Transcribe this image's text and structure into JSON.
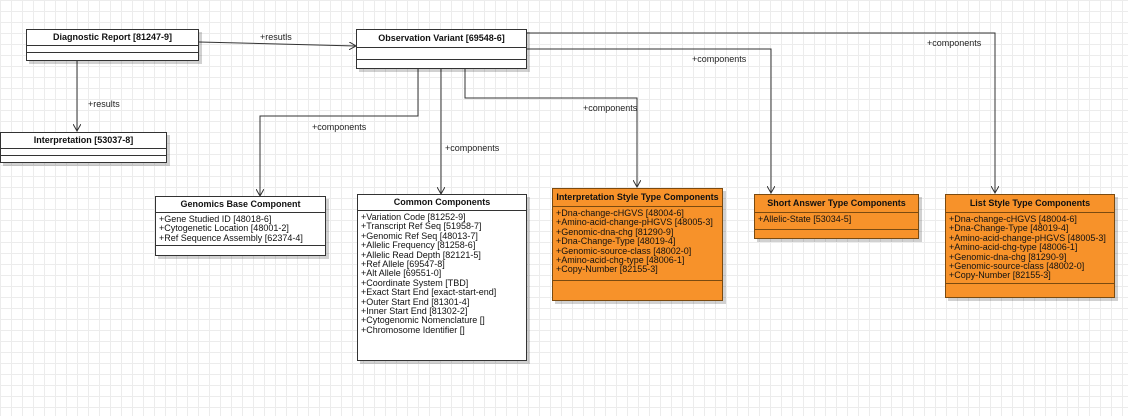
{
  "classes": {
    "diagnostic_report": {
      "title": "Diagnostic Report [81247-9]",
      "attributes": []
    },
    "observation_variant": {
      "title": "Observation Variant [69548-6]",
      "attributes": []
    },
    "interpretation": {
      "title": "Interpretation [53037-8]",
      "attributes": []
    },
    "genomics_base": {
      "title": "Genomics Base Component",
      "attributes": [
        "+Gene Studied ID [48018-6]",
        "+Cytogenetic Location [48001-2]",
        "+Ref Sequence Assembly [62374-4]"
      ]
    },
    "common": {
      "title": "Common  Components",
      "attributes": [
        "+Variation Code [81252-9]",
        "+Transcript Ref Seq [51958-7]",
        "+Genomic Ref Seq [48013-7]",
        "+Allelic Frequency [81258-6]",
        "+Allelic Read Depth [82121-5]",
        "+Ref Allele [69547-8]",
        "+Alt Allele [69551-0]",
        "+Coordinate System [TBD]",
        "+Exact Start End [exact-start-end]",
        "+Outer Start End [81301-4]",
        "+Inner Start End [81302-2]",
        "+Cytogenomic Nomenclature []",
        "+Chromosome Identifier []"
      ]
    },
    "interpretation_style": {
      "title": "Interpretation Style Type Components",
      "attributes": [
        "+Dna-change-cHGVS [48004-6]",
        "+Amino-acid-change-pHGVS [48005-3]",
        "+Genomic-dna-chg [81290-9]",
        "+Dna-Change-Type [48019-4]",
        "+Genomic-source-class [48002-0]",
        "+Amino-acid-chg-type [48006-1]",
        "+Copy-Number [82155-3]"
      ]
    },
    "short_answer": {
      "title": "Short Answer Type Components",
      "attributes": [
        "+Allelic-State [53034-5]"
      ]
    },
    "list_style": {
      "title": "List Style Type Components",
      "attributes": [
        "+Dna-change-cHGVS [48004-6]",
        "+Dna-Change-Type [48019-4]",
        "+Amino-acid-change-pHGVS [48005-3]",
        "+Amino-acid-chg-type [48006-1]",
        "+Genomic-dna-chg [81290-9]",
        "+Genomic-source-class [48002-0]",
        "+Copy-Number [82155-3]"
      ]
    }
  },
  "edge_labels": {
    "dr_to_ov": "+resutls",
    "dr_to_interp": "+results",
    "ov_to_genomics": "+components",
    "ov_to_common": "+components",
    "ov_to_interp_style": "+components",
    "ov_to_short": "+components",
    "ov_to_list": "+components"
  },
  "colors": {
    "orange_fill": "#f7922a",
    "line": "#333333"
  }
}
